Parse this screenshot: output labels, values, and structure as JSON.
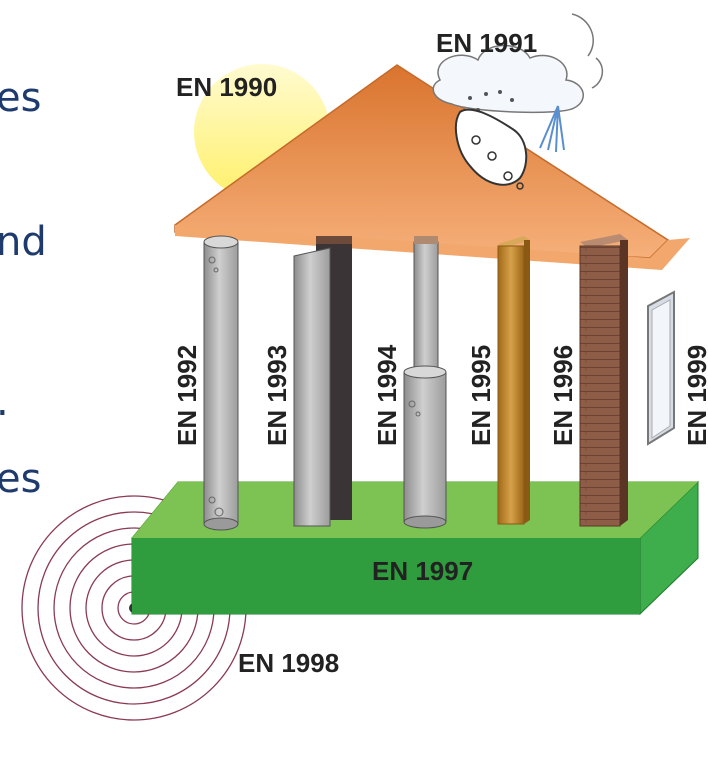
{
  "slide_text": [
    "es",
    "nd",
    "es"
  ],
  "labels": {
    "en1990": "EN 1990",
    "en1991": "EN 1991",
    "en1992": "EN 1992",
    "en1993": "EN 1993",
    "en1994": "EN 1994",
    "en1995": "EN 1995",
    "en1996": "EN 1996",
    "en1997": "EN 1997",
    "en1998": "EN 1998",
    "en1999": "EN 1999"
  },
  "colors": {
    "text": "#1f3b6e",
    "roof": "#e88a45",
    "sun": "#fff27a",
    "base_top": "#78c850",
    "base_front": "#2e9a3a",
    "steel": "#9a9a9a",
    "timber": "#b8842a",
    "masonry": "#8b5a45",
    "seismic": "#8a3a55"
  }
}
